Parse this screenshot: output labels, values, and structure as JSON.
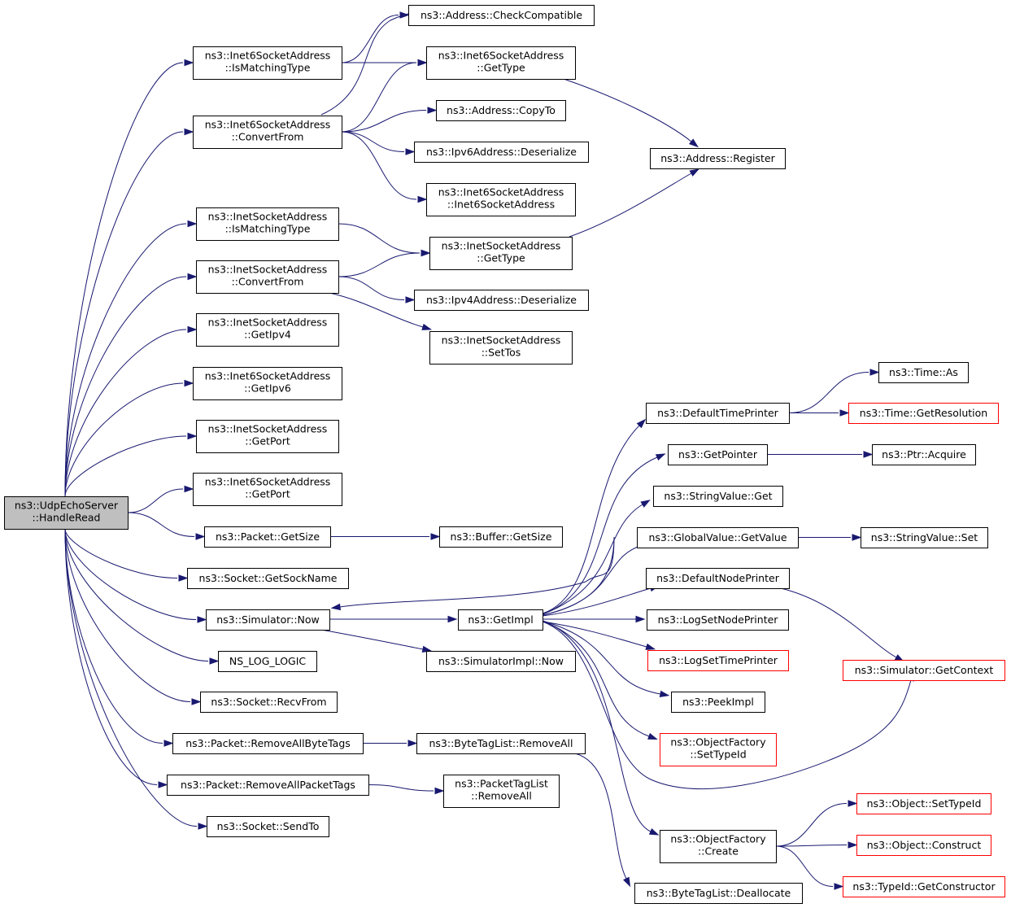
{
  "colors": {
    "edge": "#191970",
    "box_border": "#000000",
    "root_fill": "#bfbfbf",
    "truncated_border": "#ff0000",
    "box_fill": "#ffffff"
  },
  "nodes": [
    {
      "id": "root",
      "lines": [
        "ns3::UdpEchoServer",
        "::HandleRead"
      ],
      "style": "root"
    },
    {
      "id": "n1",
      "lines": [
        "ns3::Address::CheckCompatible"
      ]
    },
    {
      "id": "n2",
      "lines": [
        "ns3::Inet6SocketAddress",
        "::IsMatchingType"
      ]
    },
    {
      "id": "n3",
      "lines": [
        "ns3::Inet6SocketAddress",
        "::GetType"
      ]
    },
    {
      "id": "n4",
      "lines": [
        "ns3::Inet6SocketAddress",
        "::ConvertFrom"
      ]
    },
    {
      "id": "n5",
      "lines": [
        "ns3::Address::CopyTo"
      ]
    },
    {
      "id": "n6",
      "lines": [
        "ns3::Ipv6Address::Deserialize"
      ]
    },
    {
      "id": "n7",
      "lines": [
        "ns3::Address::Register"
      ]
    },
    {
      "id": "n8",
      "lines": [
        "ns3::Inet6SocketAddress",
        "::Inet6SocketAddress"
      ]
    },
    {
      "id": "n9",
      "lines": [
        "ns3::InetSocketAddress",
        "::IsMatchingType"
      ]
    },
    {
      "id": "n10",
      "lines": [
        "ns3::InetSocketAddress",
        "::GetType"
      ]
    },
    {
      "id": "n11",
      "lines": [
        "ns3::InetSocketAddress",
        "::ConvertFrom"
      ]
    },
    {
      "id": "n12",
      "lines": [
        "ns3::Ipv4Address::Deserialize"
      ]
    },
    {
      "id": "n13",
      "lines": [
        "ns3::InetSocketAddress",
        "::SetTos"
      ]
    },
    {
      "id": "n14",
      "lines": [
        "ns3::InetSocketAddress",
        "::GetIpv4"
      ]
    },
    {
      "id": "n15",
      "lines": [
        "ns3::Inet6SocketAddress",
        "::GetIpv6"
      ]
    },
    {
      "id": "n16",
      "lines": [
        "ns3::InetSocketAddress",
        "::GetPort"
      ]
    },
    {
      "id": "n17",
      "lines": [
        "ns3::Inet6SocketAddress",
        "::GetPort"
      ]
    },
    {
      "id": "n18",
      "lines": [
        "ns3::Packet::GetSize"
      ]
    },
    {
      "id": "n19",
      "lines": [
        "ns3::Buffer::GetSize"
      ]
    },
    {
      "id": "n20",
      "lines": [
        "ns3::Socket::GetSockName"
      ]
    },
    {
      "id": "n21",
      "lines": [
        "ns3::Simulator::Now"
      ]
    },
    {
      "id": "n22",
      "lines": [
        "ns3::GetImpl"
      ]
    },
    {
      "id": "n23",
      "lines": [
        "ns3::SimulatorImpl::Now"
      ]
    },
    {
      "id": "n24",
      "lines": [
        "NS_LOG_LOGIC"
      ]
    },
    {
      "id": "n25",
      "lines": [
        "ns3::Socket::RecvFrom"
      ]
    },
    {
      "id": "n26",
      "lines": [
        "ns3::Packet::RemoveAllByteTags"
      ]
    },
    {
      "id": "n27",
      "lines": [
        "ns3::ByteTagList::RemoveAll"
      ]
    },
    {
      "id": "n28",
      "lines": [
        "ns3::Packet::RemoveAllPacketTags"
      ]
    },
    {
      "id": "n29",
      "lines": [
        "ns3::PacketTagList",
        "::RemoveAll"
      ]
    },
    {
      "id": "n30",
      "lines": [
        "ns3::Socket::SendTo"
      ]
    },
    {
      "id": "n31",
      "lines": [
        "ns3::Time::As"
      ]
    },
    {
      "id": "n32",
      "lines": [
        "ns3::DefaultTimePrinter"
      ]
    },
    {
      "id": "n33",
      "lines": [
        "ns3::Time::GetResolution"
      ],
      "style": "truncated"
    },
    {
      "id": "n34",
      "lines": [
        "ns3::GetPointer"
      ]
    },
    {
      "id": "n35",
      "lines": [
        "ns3::Ptr::Acquire"
      ]
    },
    {
      "id": "n36",
      "lines": [
        "ns3::StringValue::Get"
      ]
    },
    {
      "id": "n37",
      "lines": [
        "ns3::GlobalValue::GetValue"
      ]
    },
    {
      "id": "n38",
      "lines": [
        "ns3::StringValue::Set"
      ]
    },
    {
      "id": "n39",
      "lines": [
        "ns3::DefaultNodePrinter"
      ]
    },
    {
      "id": "n40",
      "lines": [
        "ns3::LogSetNodePrinter"
      ]
    },
    {
      "id": "n41",
      "lines": [
        "ns3::LogSetTimePrinter"
      ],
      "style": "truncated"
    },
    {
      "id": "n42",
      "lines": [
        "ns3::Simulator::GetContext"
      ],
      "style": "truncated"
    },
    {
      "id": "n43",
      "lines": [
        "ns3::PeekImpl"
      ]
    },
    {
      "id": "n44",
      "lines": [
        "ns3::ObjectFactory",
        "::SetTypeId"
      ],
      "style": "truncated"
    },
    {
      "id": "n45",
      "lines": [
        "ns3::Object::SetTypeId"
      ],
      "style": "truncated"
    },
    {
      "id": "n46",
      "lines": [
        "ns3::ObjectFactory",
        "::Create"
      ]
    },
    {
      "id": "n47",
      "lines": [
        "ns3::Object::Construct"
      ],
      "style": "truncated"
    },
    {
      "id": "n48",
      "lines": [
        "ns3::TypeId::GetConstructor"
      ],
      "style": "truncated"
    },
    {
      "id": "n49",
      "lines": [
        "ns3::ByteTagList::Deallocate"
      ]
    }
  ],
  "edges": [
    [
      "root",
      "n2"
    ],
    [
      "root",
      "n4"
    ],
    [
      "root",
      "n9"
    ],
    [
      "root",
      "n11"
    ],
    [
      "root",
      "n14"
    ],
    [
      "root",
      "n15"
    ],
    [
      "root",
      "n16"
    ],
    [
      "root",
      "n17"
    ],
    [
      "root",
      "n18"
    ],
    [
      "root",
      "n20"
    ],
    [
      "root",
      "n21"
    ],
    [
      "root",
      "n24"
    ],
    [
      "root",
      "n25"
    ],
    [
      "root",
      "n26"
    ],
    [
      "root",
      "n28"
    ],
    [
      "root",
      "n30"
    ],
    [
      "n2",
      "n1"
    ],
    [
      "n2",
      "n3"
    ],
    [
      "n3",
      "n7"
    ],
    [
      "n4",
      "n1"
    ],
    [
      "n4",
      "n3"
    ],
    [
      "n4",
      "n5"
    ],
    [
      "n4",
      "n6"
    ],
    [
      "n4",
      "n8"
    ],
    [
      "n9",
      "n10"
    ],
    [
      "n10",
      "n7"
    ],
    [
      "n11",
      "n10"
    ],
    [
      "n11",
      "n12"
    ],
    [
      "n11",
      "n13"
    ],
    [
      "n18",
      "n19"
    ],
    [
      "n21",
      "n22"
    ],
    [
      "n21",
      "n23"
    ],
    [
      "n22",
      "n21"
    ],
    [
      "n22",
      "n32"
    ],
    [
      "n22",
      "n34"
    ],
    [
      "n22",
      "n36"
    ],
    [
      "n22",
      "n37"
    ],
    [
      "n22",
      "n39"
    ],
    [
      "n22",
      "n40"
    ],
    [
      "n22",
      "n41"
    ],
    [
      "n22",
      "n42"
    ],
    [
      "n22",
      "n43"
    ],
    [
      "n22",
      "n44"
    ],
    [
      "n22",
      "n46"
    ],
    [
      "n32",
      "n31"
    ],
    [
      "n32",
      "n33"
    ],
    [
      "n34",
      "n35"
    ],
    [
      "n37",
      "n38"
    ],
    [
      "n39",
      "n42"
    ],
    [
      "n46",
      "n45"
    ],
    [
      "n46",
      "n47"
    ],
    [
      "n46",
      "n48"
    ],
    [
      "n26",
      "n27"
    ],
    [
      "n27",
      "n49"
    ],
    [
      "n28",
      "n29"
    ]
  ]
}
